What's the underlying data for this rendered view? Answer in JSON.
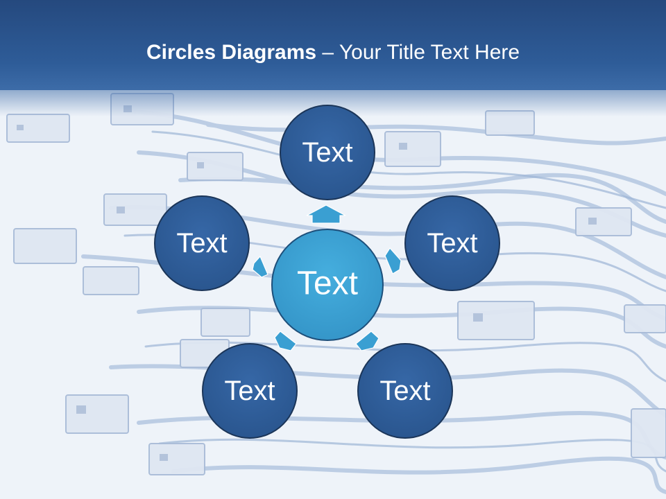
{
  "slide": {
    "title_bold": "Circles Diagrams",
    "title_dash": "–",
    "title_rest": "Your Title Text Here"
  },
  "diagram": {
    "center": {
      "label": "Text"
    },
    "nodes": [
      {
        "label": "Text"
      },
      {
        "label": "Text"
      },
      {
        "label": "Text"
      },
      {
        "label": "Text"
      },
      {
        "label": "Text"
      }
    ]
  },
  "colors": {
    "header": "#2e5c98",
    "outer_circle": "#2f5e99",
    "outer_circle_border": "#1b3558",
    "center_circle": "#3a9fd2",
    "center_circle_border": "#1d4f7a",
    "arrow": "#3a9fd2",
    "text": "#ffffff",
    "background": "#eef3f9"
  }
}
